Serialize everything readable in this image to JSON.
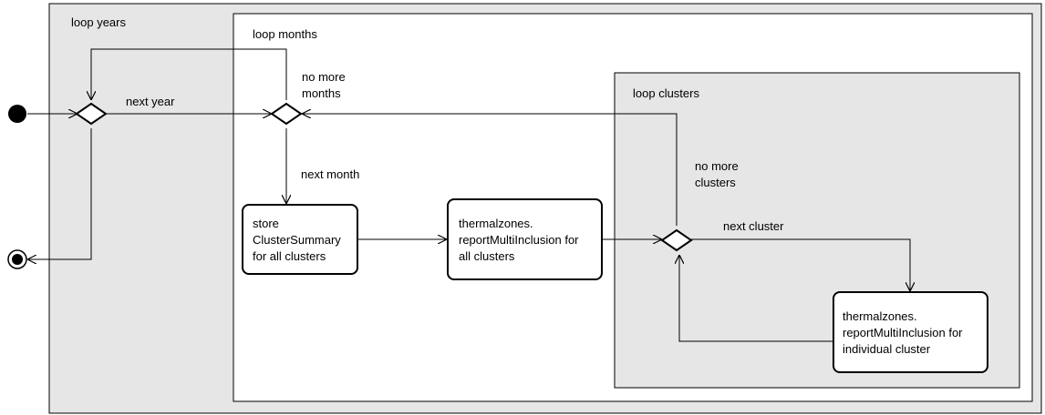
{
  "colors": {
    "frame_fill": "#e6e6e6",
    "inner_fill": "#ffffff",
    "stroke": "#000000",
    "action_fill": "#ffffff"
  },
  "frames": {
    "years": {
      "label": "loop years"
    },
    "months": {
      "label": "loop months"
    },
    "clusters": {
      "label": "loop clusters"
    }
  },
  "edges": {
    "next_year": "next year",
    "no_more_months_1": "no more",
    "no_more_months_2": "months",
    "next_month": "next month",
    "no_more_clusters_1": "no more",
    "no_more_clusters_2": "clusters",
    "next_cluster": "next cluster"
  },
  "actions": {
    "store": [
      "store",
      "ClusterSummary",
      "for all clusters"
    ],
    "report_all": [
      "thermalzones.",
      "reportMultiInclusion for",
      "all clusters"
    ],
    "report_individual": [
      "thermalzones.",
      "reportMultiInclusion for",
      "individual cluster"
    ]
  }
}
